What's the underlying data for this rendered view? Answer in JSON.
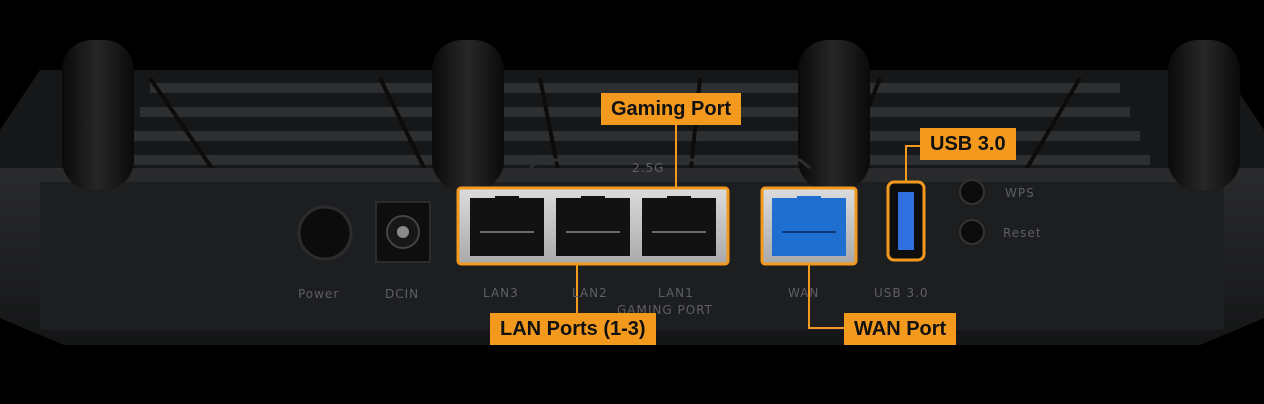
{
  "callouts": {
    "gaming_port": "Gaming Port",
    "usb": "USB 3.0",
    "lan_ports": "LAN Ports (1-3)",
    "wan_port": "WAN Port"
  },
  "port_labels": {
    "power": "Power",
    "dcin": "DCIN",
    "lan3": "LAN3",
    "lan2": "LAN2",
    "lan1": "LAN1",
    "gaming_port": "GAMING PORT",
    "wan": "WAN",
    "usb": "USB 3.0",
    "wps": "WPS",
    "reset": "Reset",
    "speed": "2.5G"
  },
  "colors": {
    "accent": "#f39a1e",
    "background": "#000000",
    "wan_port": "#1f6fd1",
    "usb_port": "#2f6fe0"
  }
}
